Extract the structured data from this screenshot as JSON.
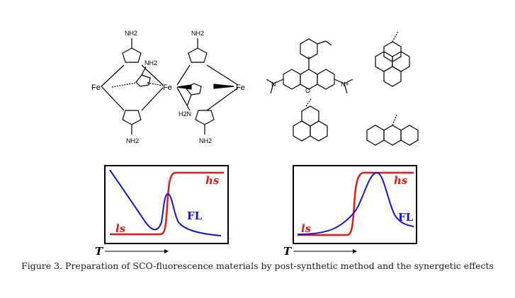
{
  "structures": {
    "nh2": "NH2",
    "nh2_left": "H2N",
    "fe": "Fe",
    "n": "N",
    "o": "O",
    "nplus": "N+"
  },
  "plots": [
    {
      "hs_label": "hs",
      "ls_label": "ls",
      "fl_label": "FL",
      "t_label": "T",
      "colors": {
        "hs": "#e41a1a",
        "fl": "#1414d2",
        "frame": "#000000"
      }
    },
    {
      "hs_label": "hs",
      "ls_label": "ls",
      "fl_label": "FL",
      "t_label": "T",
      "colors": {
        "hs": "#e41a1a",
        "fl": "#1414d2",
        "frame": "#000000"
      }
    }
  ],
  "caption": "Figure 3. Preparation of SCO-fluorescence materials by post-synthetic method and the synergetic effects"
}
